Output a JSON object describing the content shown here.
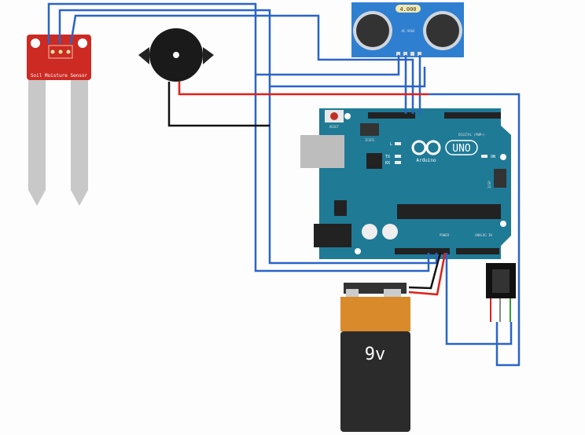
{
  "soil_sensor": {
    "label": "Soil Moisture Sensor",
    "color": "#cc2a22"
  },
  "ultrasonic": {
    "crystal_label": "4.000",
    "model_label": "HC-SR04",
    "color": "#2f7fd0"
  },
  "arduino": {
    "reset_label": "RESET",
    "icsp2_label": "ICSP2",
    "icsp_label": "ICSP",
    "led_l": "L",
    "led_tx": "TX",
    "led_rx": "RX",
    "led_on": "ON",
    "logo_model": "UNO",
    "logo_brand": "Arduino",
    "digital_label": "DIGITAL (PWM~)",
    "power_label": "POWER",
    "analog_label": "ANALOG IN",
    "color": "#1f7a96"
  },
  "battery": {
    "label": "9v",
    "top_color": "#d98a2b",
    "body_color": "#2b2b2b"
  },
  "wire_colors": {
    "signal": "#2a64c8",
    "power": "#e0201a",
    "ground": "#111111"
  }
}
